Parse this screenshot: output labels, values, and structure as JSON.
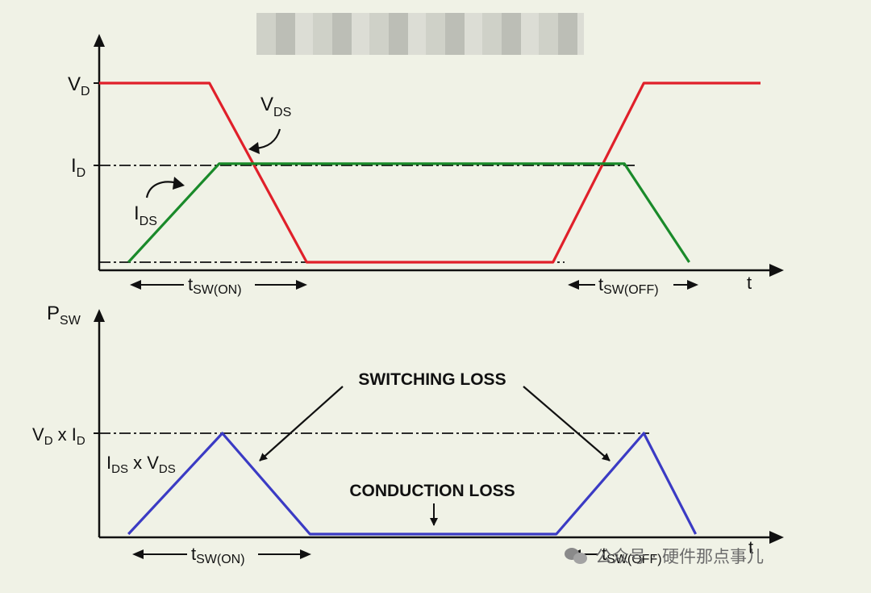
{
  "watermark": {
    "text": "公众号 · 硬件那点事儿",
    "icon": "wechat-icon"
  },
  "colors": {
    "vds": "#e0202a",
    "ids": "#1a8a2a",
    "psw": "#3b3bc4",
    "axis": "#111111"
  },
  "chart_data": [
    {
      "type": "line",
      "x": [
        0,
        0.5,
        1.85,
        2.1,
        4.3,
        6.65,
        6.9,
        8.2,
        8.4,
        9.2
      ],
      "x_axis_label": "t",
      "y_axis_labels": [
        "VD",
        "ID"
      ],
      "series": [
        {
          "name": "VDS",
          "x": [
            0,
            1.7,
            3.2,
            7.0,
            8.4,
            10.2
          ],
          "values": [
            1.0,
            1.0,
            0.0,
            0.0,
            1.0,
            1.0
          ]
        },
        {
          "name": "IDS",
          "x": [
            0.45,
            1.85,
            8.1,
            9.1
          ],
          "values": [
            0.0,
            0.55,
            0.55,
            0.0
          ]
        }
      ],
      "reference_lines": [
        {
          "label": "ID",
          "value": 0.55
        },
        {
          "label": "",
          "value": 0.0
        }
      ],
      "intervals": [
        {
          "label": "tSW(ON)",
          "x": [
            0.45,
            3.2
          ]
        },
        {
          "label": "tSW(OFF)",
          "x": [
            7.0,
            9.1
          ]
        }
      ]
    },
    {
      "type": "line",
      "x_axis_label": "t",
      "y_axis_label": "PSW",
      "y_axis_labels": [
        "VD x ID"
      ],
      "series": [
        {
          "name": "IDS x VDS",
          "x": [
            0.45,
            1.9,
            3.25,
            7.05,
            8.4,
            9.2
          ],
          "values": [
            0.0,
            1.0,
            0.0,
            0.0,
            1.0,
            0.0
          ]
        }
      ],
      "reference_lines": [
        {
          "label": "VD x ID",
          "value": 1.0
        }
      ],
      "annotations": [
        {
          "text": "SWITCHING LOSS"
        },
        {
          "text": "CONDUCTION LOSS"
        }
      ],
      "intervals": [
        {
          "label": "tSW(ON)",
          "x": [
            0.45,
            3.25
          ]
        },
        {
          "label": "tSW(OFF)",
          "x": [
            7.05,
            9.2
          ]
        }
      ]
    }
  ]
}
